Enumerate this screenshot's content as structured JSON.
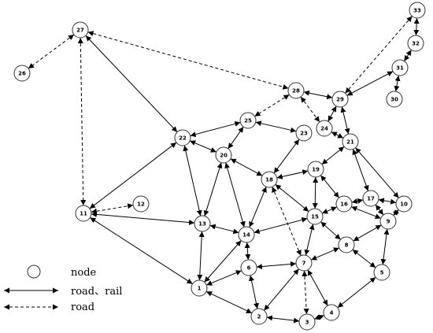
{
  "diagram": {
    "nodes": [
      {
        "id": "1"
      },
      {
        "id": "2"
      },
      {
        "id": "3"
      },
      {
        "id": "4"
      },
      {
        "id": "5"
      },
      {
        "id": "6"
      },
      {
        "id": "7"
      },
      {
        "id": "8"
      },
      {
        "id": "9"
      },
      {
        "id": "10"
      },
      {
        "id": "11"
      },
      {
        "id": "12"
      },
      {
        "id": "13"
      },
      {
        "id": "14"
      },
      {
        "id": "15"
      },
      {
        "id": "16"
      },
      {
        "id": "17"
      },
      {
        "id": "18"
      },
      {
        "id": "19"
      },
      {
        "id": "20"
      },
      {
        "id": "21"
      },
      {
        "id": "22"
      },
      {
        "id": "23"
      },
      {
        "id": "24"
      },
      {
        "id": "25"
      },
      {
        "id": "26"
      },
      {
        "id": "27"
      },
      {
        "id": "28"
      },
      {
        "id": "29"
      },
      {
        "id": "30"
      },
      {
        "id": "31"
      },
      {
        "id": "32"
      },
      {
        "id": "33"
      }
    ],
    "edges": [
      {
        "from": "27",
        "to": "26",
        "type": "road"
      },
      {
        "from": "27",
        "to": "11",
        "type": "road"
      },
      {
        "from": "27",
        "to": "28",
        "type": "road"
      },
      {
        "from": "27",
        "to": "22",
        "type": "road_rail"
      },
      {
        "from": "22",
        "to": "11",
        "type": "road_rail"
      },
      {
        "from": "11",
        "to": "12",
        "type": "road"
      },
      {
        "from": "11",
        "to": "13",
        "type": "road_rail"
      },
      {
        "from": "11",
        "to": "1",
        "type": "road_rail"
      },
      {
        "from": "22",
        "to": "25",
        "type": "road_rail"
      },
      {
        "from": "22",
        "to": "20",
        "type": "road_rail"
      },
      {
        "from": "22",
        "to": "13",
        "type": "road_rail"
      },
      {
        "from": "25",
        "to": "20",
        "type": "road_rail"
      },
      {
        "from": "25",
        "to": "23",
        "type": "road_rail"
      },
      {
        "from": "28",
        "to": "25",
        "type": "road"
      },
      {
        "from": "28",
        "to": "24",
        "type": "road"
      },
      {
        "from": "29",
        "to": "28",
        "type": "road_rail"
      },
      {
        "from": "29",
        "to": "24",
        "type": "road_rail"
      },
      {
        "from": "29",
        "to": "21",
        "type": "road_rail"
      },
      {
        "from": "31",
        "to": "29",
        "type": "road_rail"
      },
      {
        "from": "33",
        "to": "29",
        "type": "road"
      },
      {
        "from": "33",
        "to": "32",
        "type": "road_rail"
      },
      {
        "from": "32",
        "to": "31",
        "type": "road_rail"
      },
      {
        "from": "31",
        "to": "30",
        "type": "road_rail"
      },
      {
        "from": "23",
        "to": "18",
        "type": "road_rail"
      },
      {
        "from": "24",
        "to": "21",
        "type": "road_rail"
      },
      {
        "from": "21",
        "to": "19",
        "type": "road_rail"
      },
      {
        "from": "21",
        "to": "17",
        "type": "road_rail"
      },
      {
        "from": "21",
        "to": "10",
        "type": "road_rail"
      },
      {
        "from": "20",
        "to": "18",
        "type": "road_rail"
      },
      {
        "from": "20",
        "to": "13",
        "type": "road_rail"
      },
      {
        "from": "20",
        "to": "14",
        "type": "road_rail"
      },
      {
        "from": "18",
        "to": "19",
        "type": "road_rail"
      },
      {
        "from": "18",
        "to": "14",
        "type": "road_rail"
      },
      {
        "from": "18",
        "to": "15",
        "type": "road_rail"
      },
      {
        "from": "18",
        "to": "7",
        "type": "road"
      },
      {
        "from": "19",
        "to": "15",
        "type": "road_rail"
      },
      {
        "from": "19",
        "to": "16",
        "type": "road_rail"
      },
      {
        "from": "16",
        "to": "15",
        "type": "road_rail"
      },
      {
        "from": "16",
        "to": "17",
        "type": "road_rail"
      },
      {
        "from": "16",
        "to": "9",
        "type": "road_rail"
      },
      {
        "from": "17",
        "to": "10",
        "type": "road_rail"
      },
      {
        "from": "17",
        "to": "9",
        "type": "road_rail"
      },
      {
        "from": "10",
        "to": "9",
        "type": "road_rail"
      },
      {
        "from": "9",
        "to": "8",
        "type": "road_rail"
      },
      {
        "from": "9",
        "to": "5",
        "type": "road_rail"
      },
      {
        "from": "15",
        "to": "14",
        "type": "road_rail"
      },
      {
        "from": "15",
        "to": "8",
        "type": "road_rail"
      },
      {
        "from": "15",
        "to": "7",
        "type": "road_rail"
      },
      {
        "from": "8",
        "to": "7",
        "type": "road_rail"
      },
      {
        "from": "8",
        "to": "5",
        "type": "road_rail"
      },
      {
        "from": "13",
        "to": "14",
        "type": "road_rail"
      },
      {
        "from": "13",
        "to": "1",
        "type": "road_rail"
      },
      {
        "from": "14",
        "to": "6",
        "type": "road_rail"
      },
      {
        "from": "14",
        "to": "1",
        "type": "road_rail"
      },
      {
        "from": "6",
        "to": "7",
        "type": "road_rail"
      },
      {
        "from": "6",
        "to": "1",
        "type": "road_rail"
      },
      {
        "from": "6",
        "to": "2",
        "type": "road_rail"
      },
      {
        "from": "7",
        "to": "2",
        "type": "road_rail"
      },
      {
        "from": "7",
        "to": "3",
        "type": "road"
      },
      {
        "from": "7",
        "to": "4",
        "type": "road_rail"
      },
      {
        "from": "1",
        "to": "2",
        "type": "road_rail"
      },
      {
        "from": "2",
        "to": "3",
        "type": "road_rail"
      },
      {
        "from": "3",
        "to": "4",
        "type": "road_rail"
      },
      {
        "from": "4",
        "to": "5",
        "type": "road_rail"
      }
    ]
  },
  "legend": {
    "node_label": "node",
    "road_rail_label": "road、rail",
    "road_label": "road"
  }
}
